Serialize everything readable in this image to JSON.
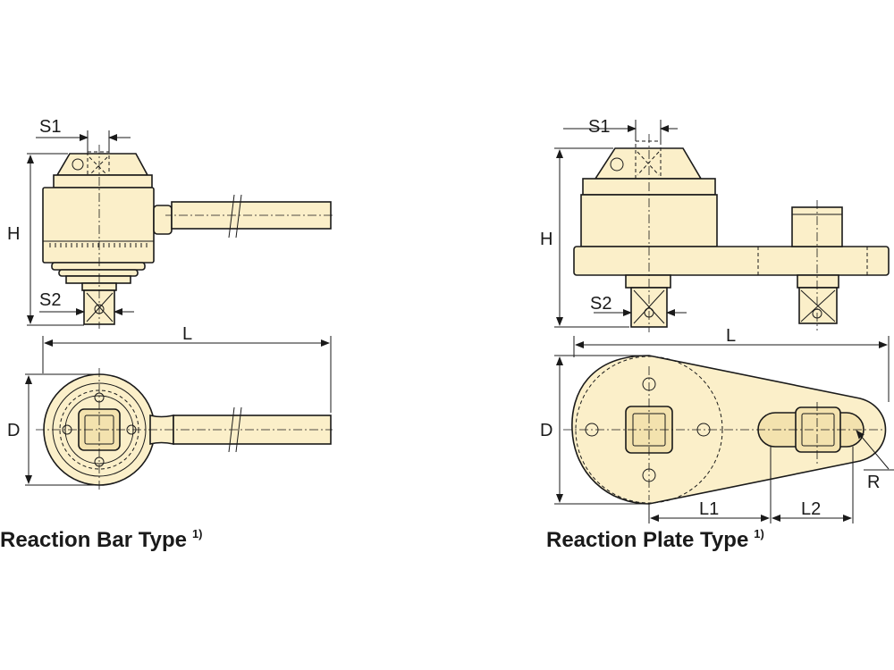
{
  "left_view": {
    "labels": {
      "s1": "S1",
      "s2": "S2",
      "h": "H",
      "l": "L",
      "d": "D"
    },
    "caption": "Reaction Bar Type",
    "caption_note": "1)"
  },
  "right_view": {
    "labels": {
      "s1": "S1",
      "s2": "S2",
      "h": "H",
      "l": "L",
      "d": "D",
      "l1": "L1",
      "l2": "L2",
      "r": "R"
    },
    "caption": "Reaction Plate Type",
    "caption_note": "1)"
  },
  "colors": {
    "part_fill": "#fbefc9",
    "line": "#1a1a1a"
  }
}
